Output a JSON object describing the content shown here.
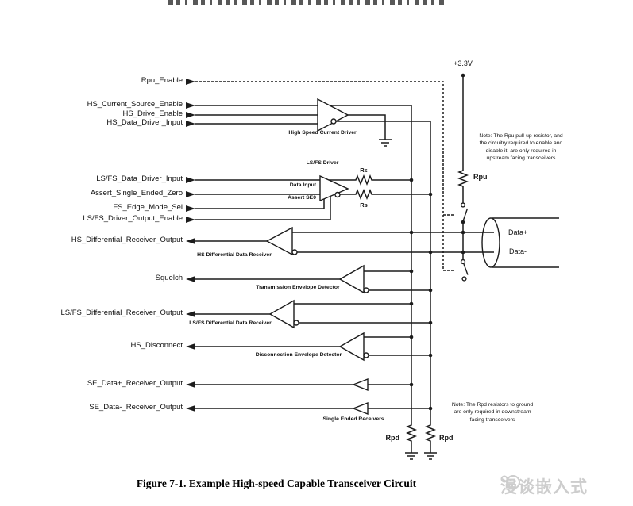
{
  "signals": [
    {
      "label": "Rpu_Enable",
      "direction": "input"
    },
    {
      "label": "HS_Current_Source_Enable",
      "direction": "input"
    },
    {
      "label": "HS_Drive_Enable",
      "direction": "input"
    },
    {
      "label": "HS_Data_Driver_Input",
      "direction": "input"
    },
    {
      "label": "LS/FS_Data_Driver_Input",
      "direction": "input"
    },
    {
      "label": "Assert_Single_Ended_Zero",
      "direction": "input"
    },
    {
      "label": "FS_Edge_Mode_Sel",
      "direction": "input"
    },
    {
      "label": "LS/FS_Driver_Output_Enable",
      "direction": "input"
    },
    {
      "label": "HS_Differential_Receiver_Output",
      "direction": "output"
    },
    {
      "label": "Squelch",
      "direction": "output"
    },
    {
      "label": "LS/FS_Differential_Receiver_Output",
      "direction": "output"
    },
    {
      "label": "HS_Disconnect",
      "direction": "output"
    },
    {
      "label": "SE_Data+_Receiver_Output",
      "direction": "output"
    },
    {
      "label": "SE_Data-_Receiver_Output",
      "direction": "output"
    }
  ],
  "components": {
    "hs_current_driver": "High Speed Current Driver",
    "lsfs_driver": "LS/FS Driver",
    "data_input": "Data Input",
    "assert_se0": "Assert SE0",
    "hs_diff_receiver": "HS Differential Data Receiver",
    "transmission_envelope_detector": "Transmission Envelope Detector",
    "lsfs_diff_receiver": "LS/FS Differential Data Receiver",
    "disconnection_envelope_detector": "Disconnection Envelope Detector",
    "single_ended_receivers": "Single Ended Receivers"
  },
  "parts": {
    "rs_upper": "Rs",
    "rs_lower": "Rs",
    "rpu": "Rpu",
    "rpd_left": "Rpd",
    "rpd_right": "Rpd"
  },
  "power": {
    "v33": "+3.3V"
  },
  "bus": {
    "data_plus": "Data+",
    "data_minus": "Data-"
  },
  "notes": {
    "rpu_note_lines": [
      "Note:  The Rpu pull-up resistor, and",
      "the circuitry required to enable and",
      "disable it, are only required in",
      "upstream facing transceivers"
    ],
    "rpd_note_lines": [
      "Note:  The Rpd resistors to ground",
      "are only required in downstream",
      "facing transceivers"
    ]
  },
  "caption": "Figure 7-1.  Example High-speed Capable Transceiver Circuit",
  "watermark": {
    "text": "漫谈嵌入式"
  }
}
